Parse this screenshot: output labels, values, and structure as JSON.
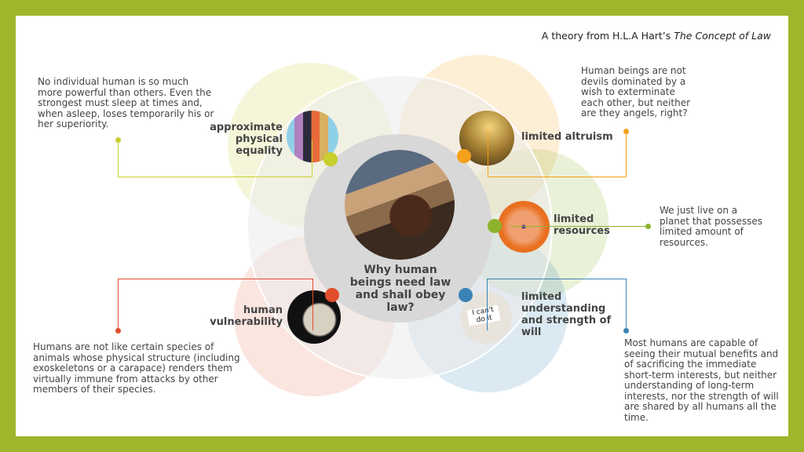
{
  "header": {
    "prefix": "A theory from H.L.A Hart’s ",
    "book": "The Concept of Law"
  },
  "center": {
    "question": "Why human beings need law and shall obey law?",
    "image_icon": "gavel-books-image"
  },
  "colors": {
    "border": "#9db62b",
    "equality": "#c8cf2e",
    "altruism": "#f5a01a",
    "resources": "#8db32d",
    "vulnerability": "#e04e2b",
    "understanding": "#3a83b5"
  },
  "factors": [
    {
      "label": "approximate physical equality",
      "description": "No individual human is so much more powerful than others. Even the strongest must sleep at times and, when asleep, loses temporarily his or her superiority.",
      "image_icon": "diverse-people-image"
    },
    {
      "label": "limited altruism",
      "description": "Human beings are not devils dominated by a wish to exterminate each other, but neither are they angels, right?",
      "image_icon": "climbers-helping-image"
    },
    {
      "label": "limited resources",
      "description": "We just live on a planet that possesses limited amount of resources.",
      "image_icon": "forks-plate-image"
    },
    {
      "label": "human vulnerability",
      "description": "Humans are not like certain species of animals whose physical structure (including exoskeletons or a carapace) renders them virtually immune from attacks by other members of their species.",
      "image_icon": "statue-head-image"
    },
    {
      "label": "limited understanding and strength of will",
      "description": "Most humans are capable of seeing their mutual benefits and of sacrificing the immediate short-term interests, but neither understanding of long-term interests, nor the strength of will are shared by all humans all the time.",
      "image_icon": "cant-do-it-note-image",
      "note_text": "I can't do it"
    }
  ]
}
